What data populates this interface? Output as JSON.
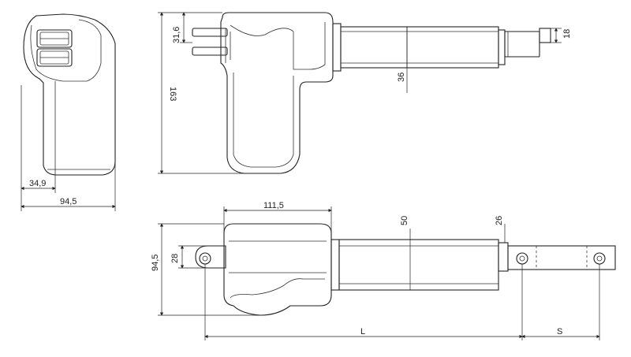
{
  "dimensions": {
    "side_width": "94,5",
    "side_depth": "34,9",
    "height_total": "163",
    "height_upper": "31,6",
    "tube_dia": "36",
    "rod_dia": "18",
    "top_housing_len": "111,5",
    "top_height": "94,5",
    "eye_dia": "28",
    "tube_width": "50",
    "rod_width": "26",
    "length_L": "L",
    "stroke_S": "S"
  }
}
